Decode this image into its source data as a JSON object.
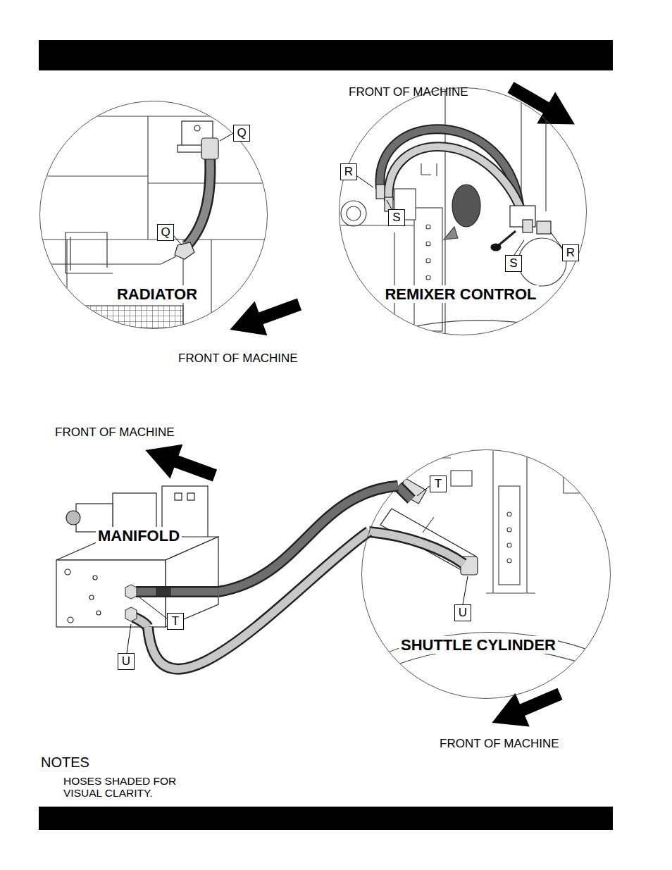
{
  "diagram": {
    "nodes": [
      {
        "text": [
          "RADIATOR"
        ]
      },
      {
        "text": [
          "REMIXER CONTROL"
        ]
      },
      {
        "text": [
          "MANIFOLD"
        ]
      },
      {
        "text": [
          "SHUTTLE CYLINDER"
        ]
      }
    ],
    "edges": [
      {
        "from": 2,
        "to": 3,
        "arrow": "none"
      },
      {
        "from": 2,
        "to": 3,
        "arrow": "none"
      }
    ],
    "labels": [
      "FRONT OF MACHINE",
      "Q",
      "Q",
      "R",
      "S",
      "S",
      "R",
      "FRONT OF MACHINE",
      "FRONT OF MACHINE",
      "T",
      "T",
      "U",
      "U",
      "FRONT OF MACHINE",
      "NOTES",
      "HOSES SHADED FOR VISUAL CLARITY."
    ]
  }
}
